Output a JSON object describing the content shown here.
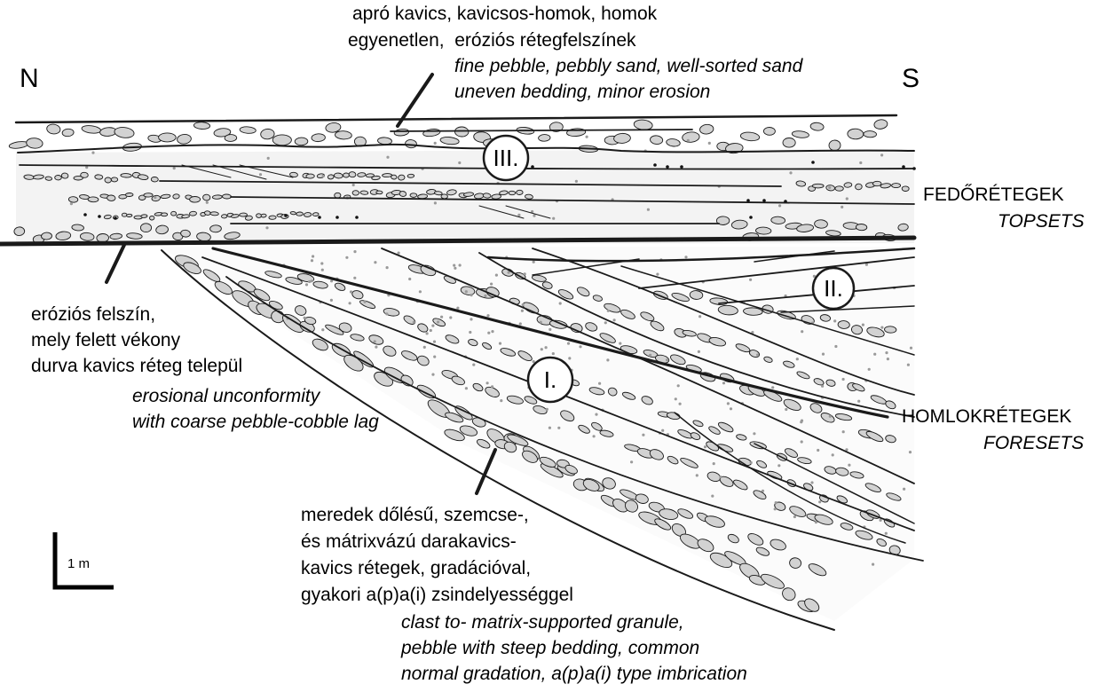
{
  "directions": {
    "north": "N",
    "south": "S"
  },
  "top_note": {
    "hu_1": "apró kavics, kavicsos-homok, homok",
    "hu_2": "egyenetlen,  eróziós rétegfelszínek",
    "en_1": "fine pebble, pebbly sand, well-sorted sand",
    "en_2": "uneven bedding, minor erosion"
  },
  "topsets": {
    "hu": "FEDŐRÉTEGEK",
    "en": "TOPSETS"
  },
  "foresets": {
    "hu": "HOMLOKRÉTEGEK",
    "en": "FORESETS"
  },
  "erosion_note": {
    "hu_1": "eróziós felszín,",
    "hu_2": "mely felett vékony",
    "hu_3": "durva kavics réteg települ",
    "en_1": "erosional unconformity",
    "en_2": "with coarse pebble-cobble lag"
  },
  "foreset_note": {
    "hu_1": "meredek dőlésű, szemcse-,",
    "hu_2": "és mátrixvázú darakavics-",
    "hu_3": "kavics rétegek, gradációval,",
    "hu_4": "gyakori a(p)a(i) zsindelyességgel",
    "en_1": "clast to- matrix-supported granule,",
    "en_2": "pebble with steep bedding, common",
    "en_3": "normal gradation, a(p)a(i) type imbrication"
  },
  "unit_markers": {
    "unit_1": "I.",
    "unit_2": "II.",
    "unit_3": "III."
  },
  "scale_bar": {
    "label": "1 m"
  },
  "colors": {
    "pebble_fill": "#d2d2d2",
    "sand_band": "#f3f3f3",
    "stroke": "#1a1a1a",
    "dots": "#9a9a9a"
  }
}
